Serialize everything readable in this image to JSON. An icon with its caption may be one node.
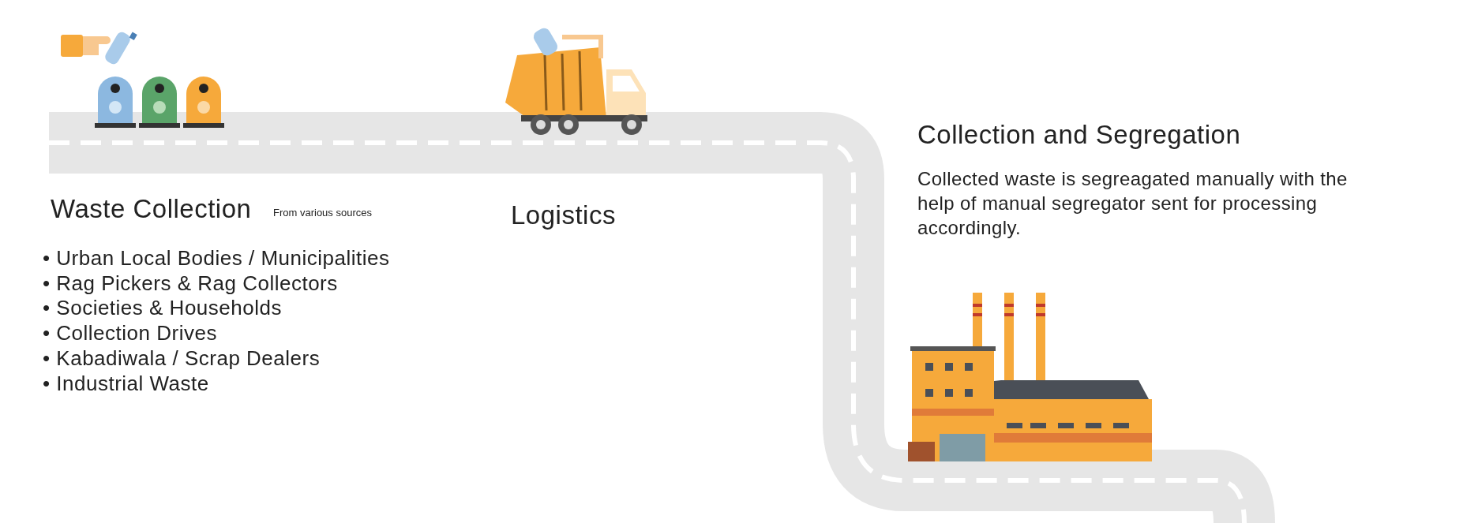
{
  "diagram": {
    "labels": [
      "Collection and Segregation",
      "Collected waste is segreagated manually with the help of manual segregator sent for processing accordingly.",
      "Waste Collection",
      "From various sources",
      "Logistics",
      "• Urban Local Bodies / Municipalities",
      "• Rag Pickers & Rag Collectors",
      "• Societies & Households",
      "• Collection Drives",
      "• Kabadiwala / Scrap Dealers",
      "• Industrial Waste"
    ]
  }
}
